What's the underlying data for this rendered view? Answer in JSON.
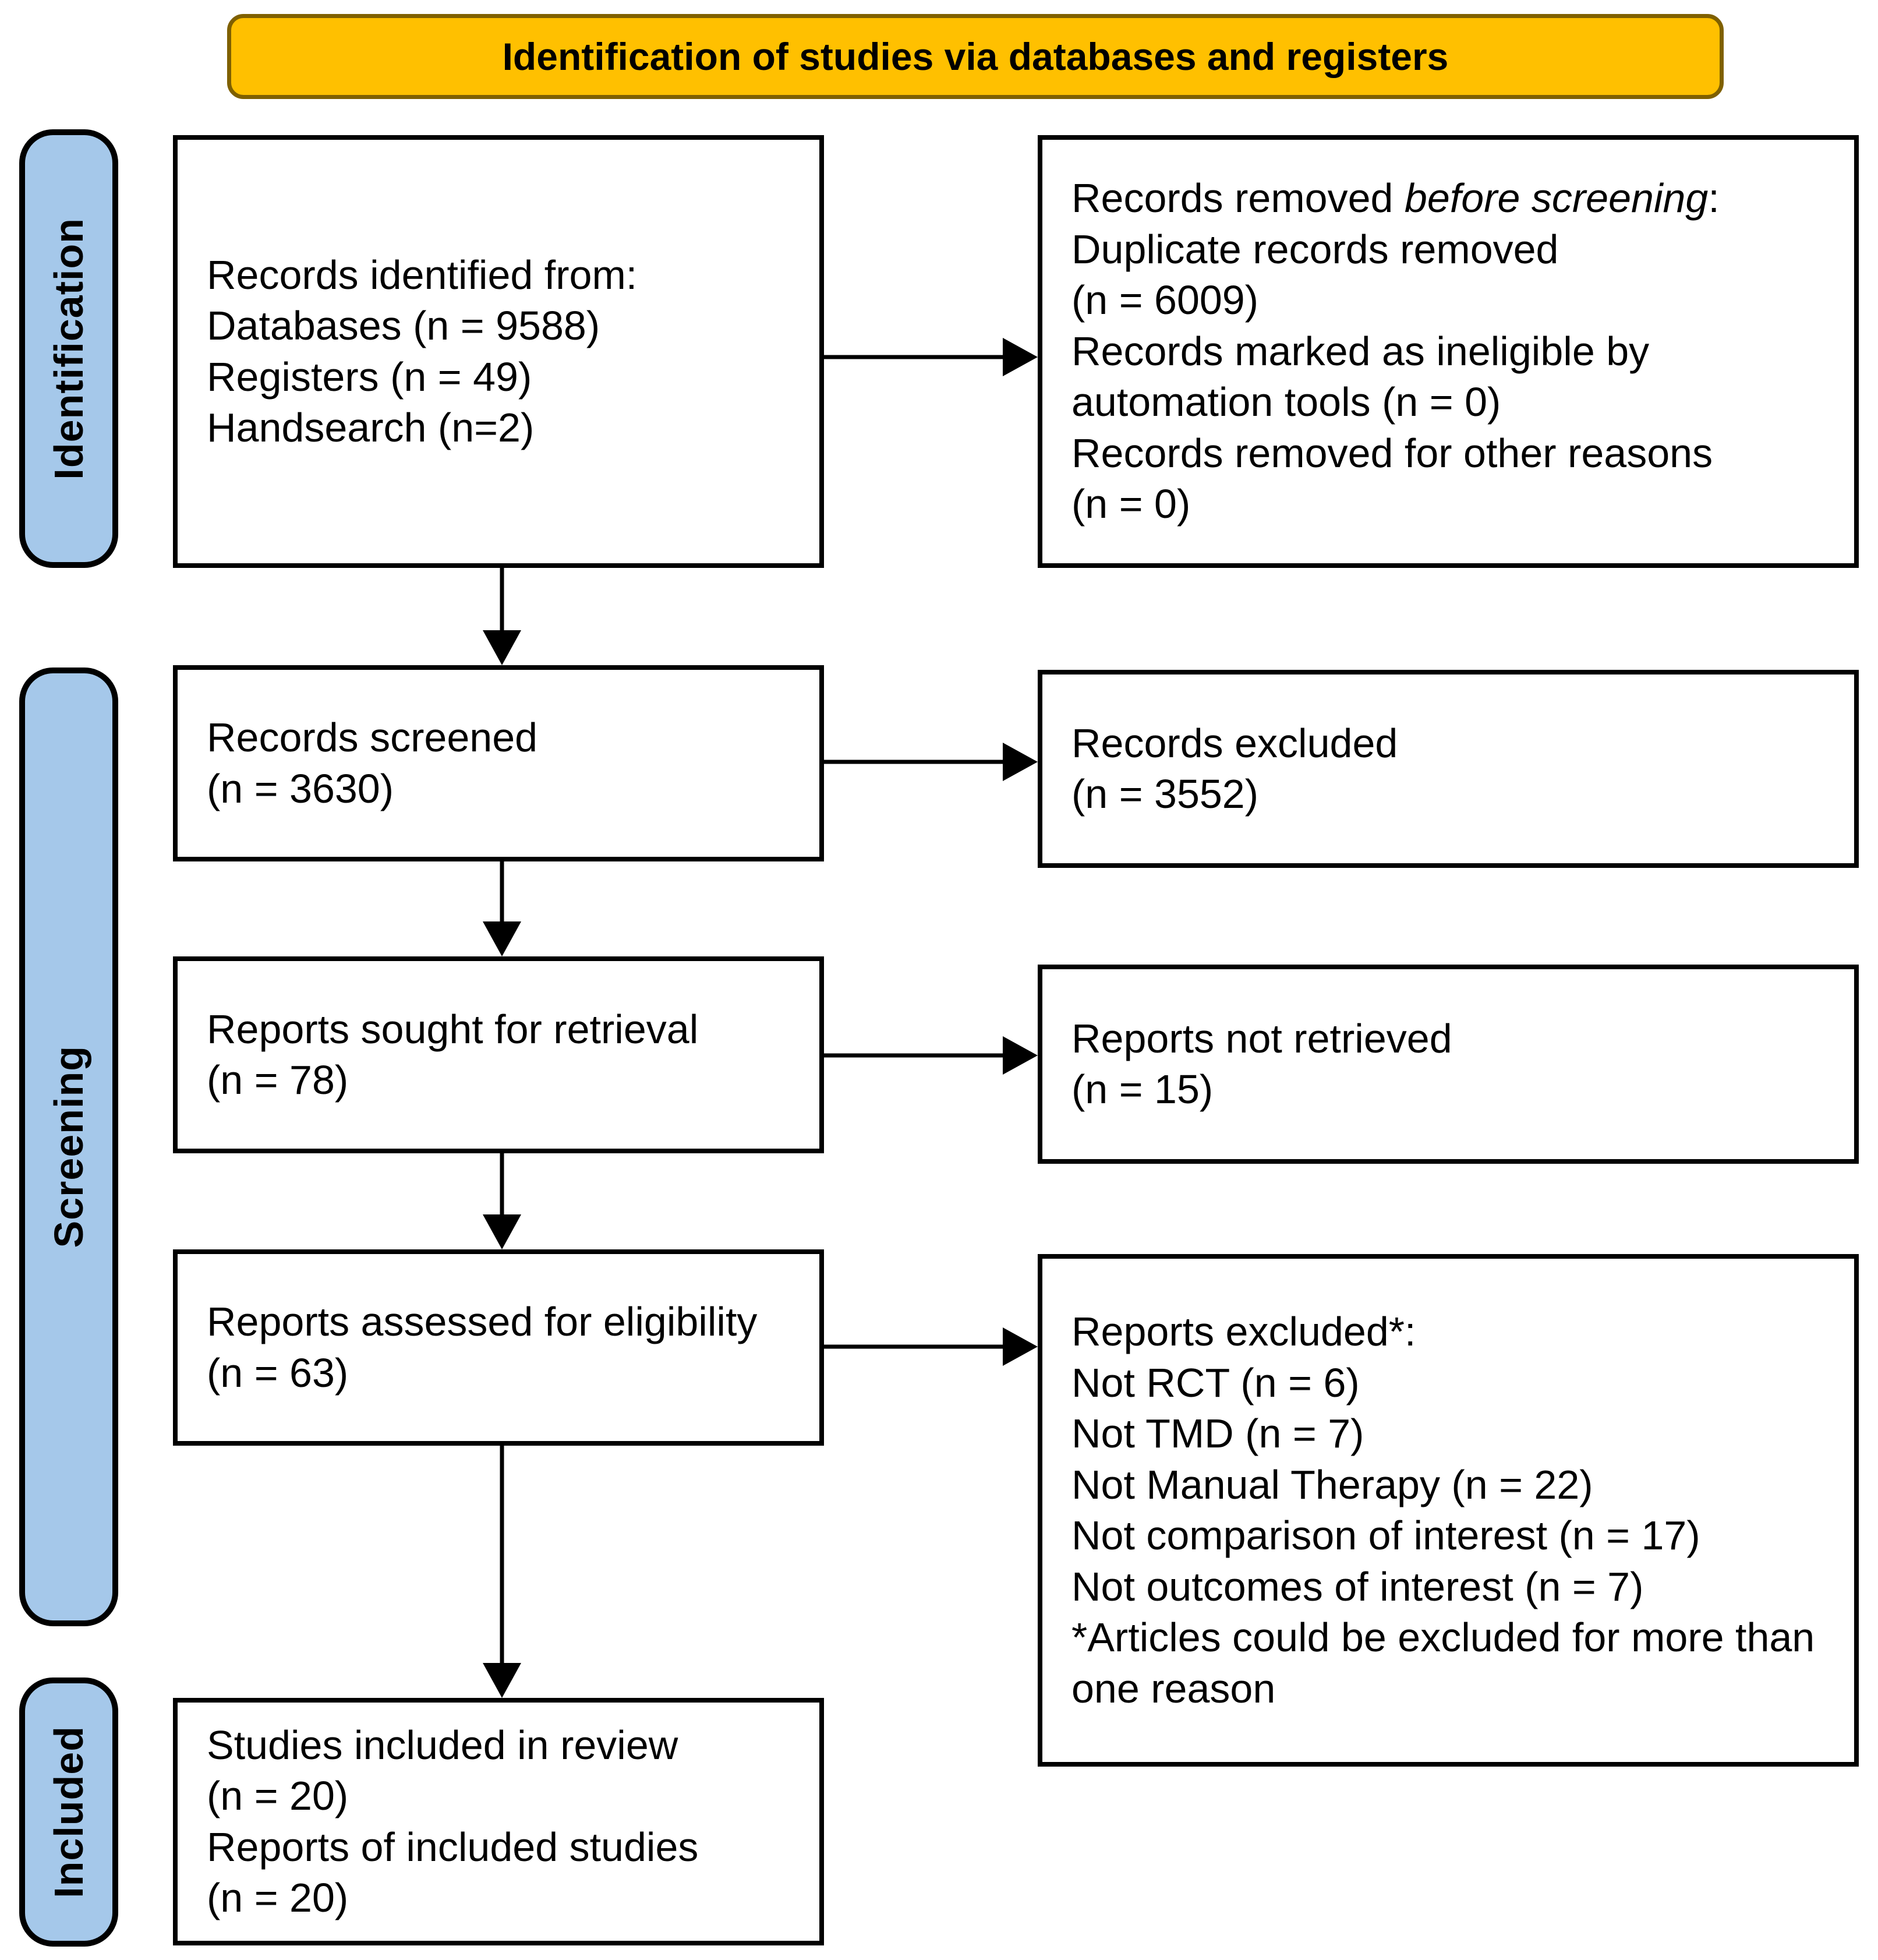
{
  "banner": {
    "label": "Identification of studies via databases and registers"
  },
  "stages": {
    "identification": "Identification",
    "screening": "Screening",
    "included": "Included"
  },
  "boxes": {
    "records_identified": {
      "lines": [
        "Records identified from:",
        "Databases (n = 9588)",
        "Registers (n = 49)",
        "Handsearch (n=2)"
      ]
    },
    "records_removed": {
      "lines": [
        {
          "parts": [
            {
              "text": "Records removed ",
              "italic": false
            },
            {
              "text": "before screening",
              "italic": true
            },
            {
              "text": ":",
              "italic": false
            }
          ]
        },
        "Duplicate records removed",
        "(n = 6009)",
        "Records marked as ineligible by",
        "automation tools (n = 0)",
        "Records removed for other reasons",
        "(n = 0)"
      ]
    },
    "records_screened": {
      "lines": [
        "Records screened",
        "(n = 3630)"
      ]
    },
    "records_excluded": {
      "lines": [
        "Records excluded",
        "(n = 3552)"
      ]
    },
    "reports_sought": {
      "lines": [
        "Reports sought for retrieval",
        "(n = 78)"
      ]
    },
    "reports_not_retrieved": {
      "lines": [
        "Reports not retrieved",
        "(n = 15)"
      ]
    },
    "reports_assessed": {
      "lines": [
        "Reports assessed for eligibility",
        "(n = 63)"
      ]
    },
    "reports_excluded": {
      "lines": [
        "Reports excluded*:",
        "Not RCT (n = 6)",
        "Not TMD (n = 7)",
        "Not Manual Therapy (n = 22)",
        "Not comparison of interest (n = 17)",
        "Not outcomes of interest (n = 7)",
        "*Articles could be excluded for more than",
        "one reason"
      ]
    },
    "studies_included": {
      "lines": [
        "Studies included in review",
        "(n = 20)",
        "Reports of included studies",
        "(n = 20)"
      ]
    }
  },
  "colors": {
    "banner_fill": "#FFC000",
    "banner_border": "#7F6000",
    "stage_fill": "#A5C8EA",
    "box_border": "#000000"
  }
}
